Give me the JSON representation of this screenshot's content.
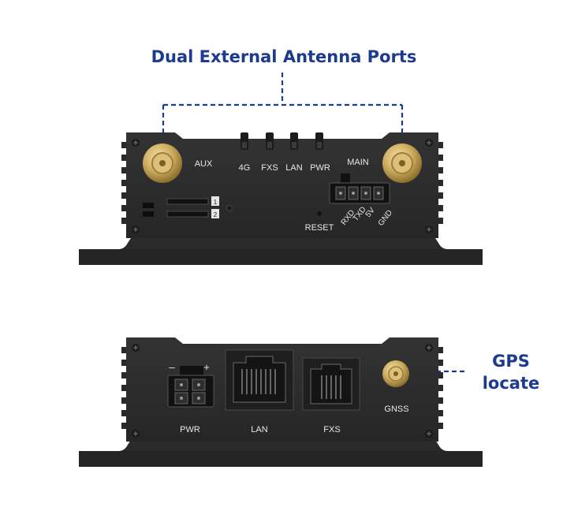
{
  "callouts": {
    "top": "Dual External Antenna Ports",
    "gps_line1": "GPS",
    "gps_line2": "locate"
  },
  "front_panel": {
    "aux_label": "AUX",
    "main_label": "MAIN",
    "led_labels": [
      "4G",
      "FXS",
      "LAN",
      "PWR"
    ],
    "sim_slot_1": "1",
    "sim_slot_2": "2",
    "reset_label": "RESET",
    "serial_pins": [
      "RXD",
      "TXD",
      "5V",
      "GND"
    ]
  },
  "back_panel": {
    "power_minus": "–",
    "power_plus": "+",
    "pwr_label": "PWR",
    "lan_label": "LAN",
    "fxs_label": "FXS",
    "gnss_label": "GNSS"
  },
  "colors": {
    "callout_blue": "#1c3a8e",
    "body_dark": "#2c2c2c",
    "gold": "#c9a95c"
  }
}
